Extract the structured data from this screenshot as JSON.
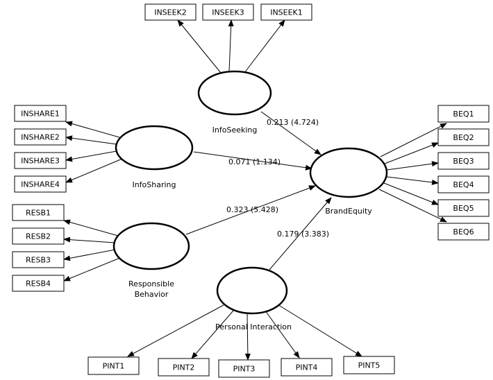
{
  "constructs": {
    "infoseeking": "InfoSeeking",
    "infosharing": "InfoSharing",
    "responsible_line1": "Responsible",
    "responsible_line2": "Behavior",
    "personal": "Personal Interaction",
    "brandequity": "BrandEquity"
  },
  "indicators": {
    "inseek": [
      "INSEEK2",
      "INSEEK3",
      "INSEEK1"
    ],
    "inshare": [
      "INSHARE1",
      "INSHARE2",
      "INSHARE3",
      "INSHARE4"
    ],
    "resb": [
      "RESB1",
      "RESB2",
      "RESB3",
      "RESB4"
    ],
    "pint": [
      "PINT1",
      "PINT2",
      "PINT3",
      "PINT4",
      "PINT5"
    ],
    "beq": [
      "BEQ1",
      "BEQ2",
      "BEQ3",
      "BEQ4",
      "BEQ5",
      "BEQ6"
    ]
  },
  "paths": {
    "infoseeking_to_brandequity": "0.213 (4.724)",
    "infosharing_to_brandequity": "0.071 (1.134)",
    "responsible_to_brandequity": "0.323 (5.428)",
    "personal_to_brandequity": "0.179 (3.383)"
  }
}
